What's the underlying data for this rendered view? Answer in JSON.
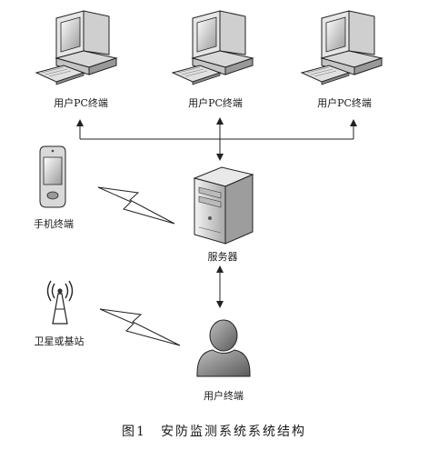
{
  "nodes": {
    "pc_left": {
      "label": "用户PC终端",
      "icon": "desktop-computer-icon"
    },
    "pc_center": {
      "label": "用户PC终端",
      "icon": "desktop-computer-icon"
    },
    "pc_right": {
      "label": "用户PC终端",
      "icon": "desktop-computer-icon"
    },
    "mobile": {
      "label": "手机终端",
      "icon": "mobile-phone-icon"
    },
    "server": {
      "label": "服务器",
      "icon": "server-tower-icon"
    },
    "station": {
      "label": "卫星或基站",
      "icon": "antenna-icon"
    },
    "user": {
      "label": "用户终端",
      "icon": "user-person-icon"
    }
  },
  "figure": {
    "caption": "图1　安防监测系统系统结构"
  }
}
